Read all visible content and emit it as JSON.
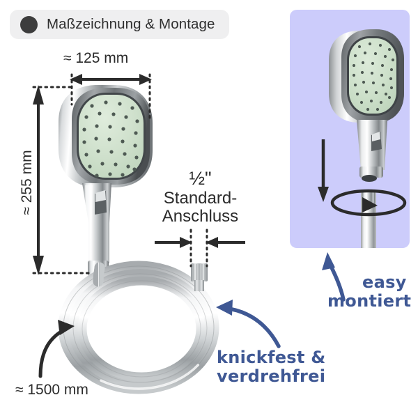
{
  "header": {
    "title": "Maßzeichnung & Montage",
    "dot_icon": "bullet-dot-icon",
    "pill_bg": "#efeff0",
    "dot_color": "#3d3d3d"
  },
  "colors": {
    "panel_bg": "#ccccfb",
    "annotation_blue": "#3f5894",
    "dimension_black": "#2b2b2b",
    "faceplate_green": "#cfe0cd",
    "nozzle_dark": "#4e5a53",
    "chrome_light": "#fdfdfd",
    "chrome_mid": "#b9bcbe",
    "chrome_dark": "#6d7174"
  },
  "dimensions": {
    "width_label": "≈ 125 mm",
    "height_label": "≈ 255 mm",
    "hose_label": "≈ 1500 mm",
    "connector_label_line1": "½\"",
    "connector_label_line2": "Standard-",
    "connector_label_line3": "Anschluss",
    "fraction_numerator": "1",
    "fraction_denominator": "2",
    "inch_mark": "\""
  },
  "annotations": {
    "hose_note_line1": "knickfest &",
    "hose_note_line2": "verdrehfrei",
    "mount_note_line1": "easy",
    "mount_note_line2": "montiert"
  },
  "icons": {
    "arrow_width_left": "arrow-left-icon",
    "arrow_width_right": "arrow-right-icon",
    "arrow_height_up": "arrow-up-icon",
    "arrow_height_down": "arrow-down-icon",
    "arrow_connector_left": "arrow-right-icon",
    "arrow_connector_right": "arrow-left-icon",
    "arrow_hose_curved": "curved-arrow-icon",
    "arrow_blue_hose": "curved-arrow-blue-icon",
    "arrow_blue_panel": "curved-arrow-blue-icon",
    "arrow_push_down": "arrow-down-icon",
    "rotation_ring": "rotation-icon"
  },
  "product": {
    "handshower_left": "handheld-shower-head",
    "handshower_right": "handheld-shower-head",
    "hose": "coiled-shower-hose",
    "connector_nut": "half-inch-connector-nut"
  }
}
